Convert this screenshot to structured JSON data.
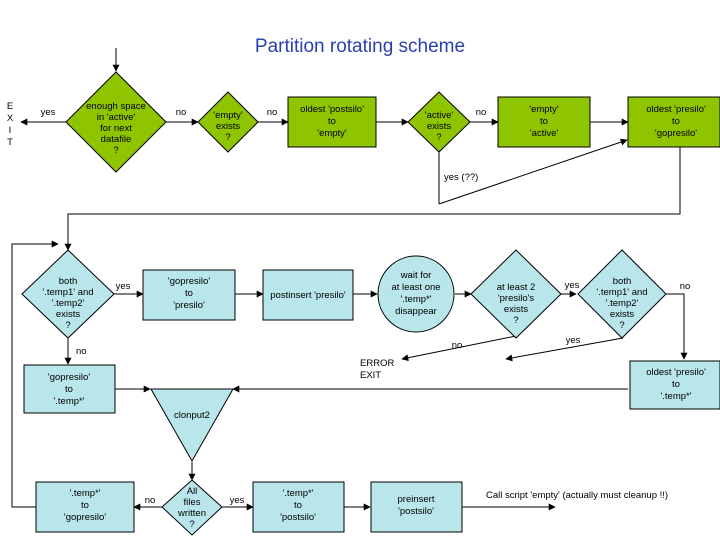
{
  "title": "Partition rotating scheme",
  "colors": {
    "green": "#8fc400",
    "cyan": "#b8e6ea",
    "title": "#2a3fb0"
  },
  "exit_letters": [
    "E",
    "X",
    "I",
    "T"
  ],
  "nodes": {
    "enough_space": [
      "enough space",
      "in 'active'",
      "for next",
      "datafile",
      "?"
    ],
    "empty_exists": [
      "'empty'",
      "exists",
      "?"
    ],
    "oldest_postsilo": [
      "oldest 'postsilo'",
      "to",
      "'empty'"
    ],
    "active_exists": [
      "'active'",
      "exists",
      "?"
    ],
    "empty_to_active": [
      "'empty'",
      "to",
      "'active'"
    ],
    "oldest_presilo_gopresilo": [
      "oldest 'presilo'",
      "to",
      "'gopresilo'"
    ],
    "both_temp_1": [
      "both",
      "'.temp1' and",
      "'.temp2'",
      "exists",
      "?"
    ],
    "gopresilo_to_presilo": [
      "'gopresilo'",
      "to",
      "'presilo'"
    ],
    "postinsert": [
      "postinsert 'presilo'"
    ],
    "wait_for": [
      "wait for",
      "at least one",
      "'.temp*'",
      "disappear"
    ],
    "at_least_2": [
      "at least 2",
      "'presilo's",
      "exists",
      "?"
    ],
    "both_temp_2": [
      "both",
      "'.temp1' and",
      "'.temp2'",
      "exists",
      "?"
    ],
    "gopresilo_to_temp": [
      "'gopresilo'",
      "to",
      "'.temp*'"
    ],
    "clonput2": [
      "clonput2"
    ],
    "oldest_presilo_temp": [
      "oldest 'presilo'",
      "to",
      "'.temp*'"
    ],
    "temp_to_gopresilo": [
      "'.temp*'",
      "to",
      "'gopresilo'"
    ],
    "all_files": [
      "All",
      "files",
      "written",
      "?"
    ],
    "temp_to_postsilo": [
      "'.temp*'",
      "to",
      "'postsilo'"
    ],
    "preinsert": [
      "preinsert",
      "'postsilo'"
    ]
  },
  "edge_labels": {
    "yes_exit": "yes",
    "no_1": "no",
    "no_2": "no",
    "no_3": "no",
    "yes_qq": "yes (??)",
    "yes_both1": "yes",
    "no_both1": "no",
    "yes_least2": "yes",
    "no_both2": "no",
    "no_error": "no",
    "yes_error": "yes",
    "no_all": "no",
    "yes_all": "yes"
  },
  "error_exit": [
    "ERROR",
    "EXIT"
  ],
  "call_script": "Call script 'empty' (actually must cleanup !!)"
}
